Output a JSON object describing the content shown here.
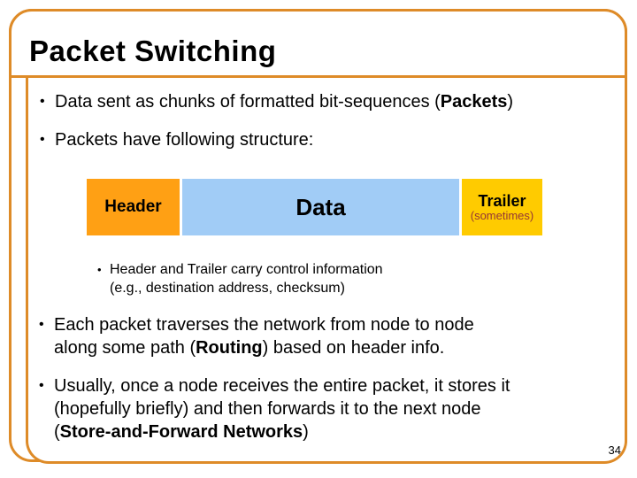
{
  "slide": {
    "title": "Packet Switching",
    "page_number": "34",
    "bullet_char": "•"
  },
  "bullets": {
    "b1_pre": "Data sent as chunks of formatted bit-sequences (",
    "b1_bold": "Packets",
    "b1_post": ")",
    "b2": "Packets have following structure:",
    "sub_line1": "Header and Trailer carry control information",
    "sub_line2": "(e.g., destination address, checksum)",
    "b3_line1": "Each packet traverses the network from node to node",
    "b3_line2_pre": "along some path (",
    "b3_line2_bold": "Routing",
    "b3_line2_post": ") based on header info.",
    "b4_line1": "Usually, once a node receives the entire packet, it stores it",
    "b4_line2": "(hopefully briefly) and then forwards it to the next node",
    "b4_line3_pre": "(",
    "b4_line3_bold": "Store-and-Forward Networks",
    "b4_line3_post": ")"
  },
  "packet_diagram": {
    "header_label": "Header",
    "data_label": "Data",
    "trailer_label": "Trailer",
    "trailer_sub": "(sometimes)"
  },
  "colors": {
    "frame_border": "#DE8B28",
    "header_fill": "#FFA014",
    "data_fill": "#A1CCF6",
    "trailer_fill": "#FFCB00",
    "trailer_sub_text": "#953735"
  }
}
